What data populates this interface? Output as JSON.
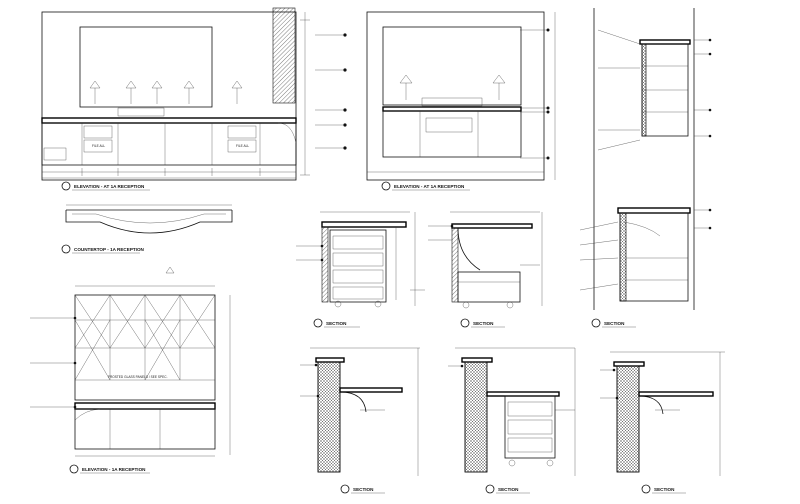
{
  "drawings": [
    {
      "id": "d1",
      "title": "ELEVATION - AT 1A RECEPTION"
    },
    {
      "id": "d2",
      "title": "ELEVATION - AT 1A RECEPTION"
    },
    {
      "id": "d3",
      "title": "COUNTERTOP - 1A RECEPTION"
    },
    {
      "id": "d4",
      "title": "ELEVATION - 1A RECEPTION"
    },
    {
      "id": "d5",
      "title": "SECTION"
    },
    {
      "id": "d6",
      "title": "SECTION"
    },
    {
      "id": "d7",
      "title": "SECTION"
    },
    {
      "id": "d8",
      "title": "SECTION"
    },
    {
      "id": "d9",
      "title": "SECTION"
    },
    {
      "id": "d10",
      "title": "SECTION"
    }
  ],
  "notes": {
    "d4_panel_note": "FROSTED GLASS PANELS / SEE SPEC.",
    "d1_drawer_note": "FILE ALL",
    "d1_drawer_note_2": "FILE ALL"
  }
}
